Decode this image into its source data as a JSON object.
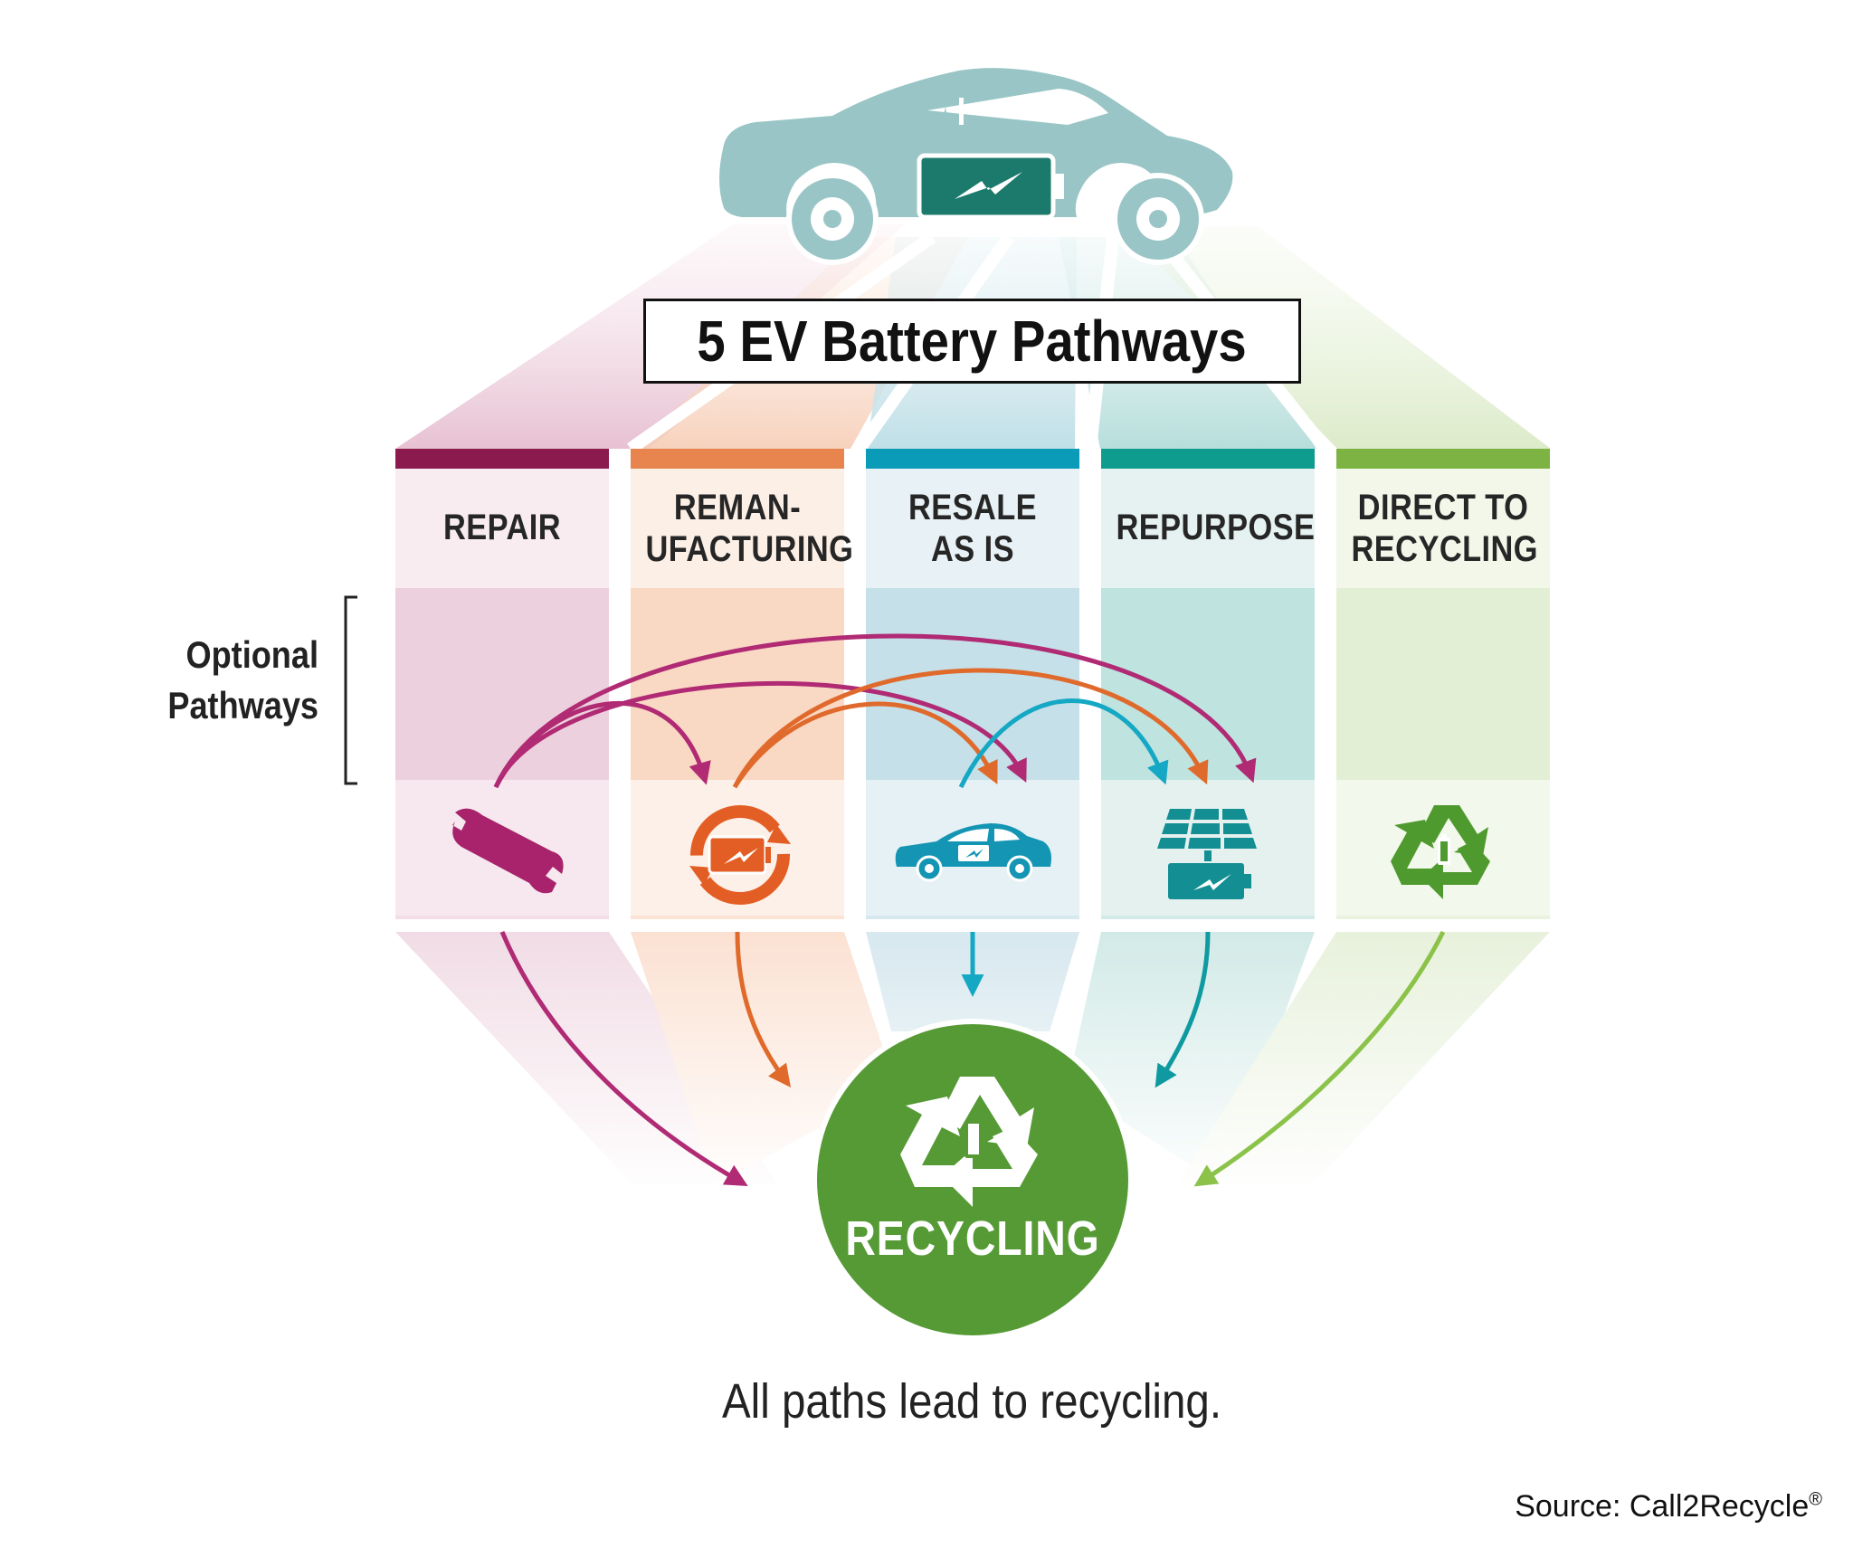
{
  "title": "5 EV Battery Pathways",
  "optional_label": [
    "Optional",
    "Pathways"
  ],
  "pathways": [
    {
      "id": "repair",
      "label": [
        "REPAIR"
      ],
      "color": "#8b1a4f",
      "icon": "wrench-icon"
    },
    {
      "id": "remanufacturing",
      "label": [
        "REMAN-",
        "UFACTURING"
      ],
      "color": "#e8844e",
      "icon": "battery-refresh-icon"
    },
    {
      "id": "resale",
      "label": [
        "RESALE",
        "AS IS"
      ],
      "color": "#0a9bb8",
      "icon": "car-battery-icon"
    },
    {
      "id": "repurpose",
      "label": [
        "REPURPOSE"
      ],
      "color": "#0e9c8e",
      "icon": "solar-panel-battery-icon"
    },
    {
      "id": "direct",
      "label": [
        "DIRECT TO",
        "RECYCLING"
      ],
      "color": "#7cb342",
      "icon": "recycle-battery-icon"
    }
  ],
  "recycling_label": "RECYCLING",
  "tagline": "All paths lead to recycling.",
  "source": "Source: Call2Recycle",
  "source_mark": "®",
  "colors": {
    "repair_arrow": "#b02a74",
    "reman_arrow": "#e06a2c",
    "resale_arrow": "#15a8c4",
    "repurpose_arrow": "#0e9aa0",
    "direct_arrow": "#8bc34a",
    "recycling_circle": "#559a35",
    "car_body": "#9ac5c6",
    "battery": "#1c7a6c"
  }
}
